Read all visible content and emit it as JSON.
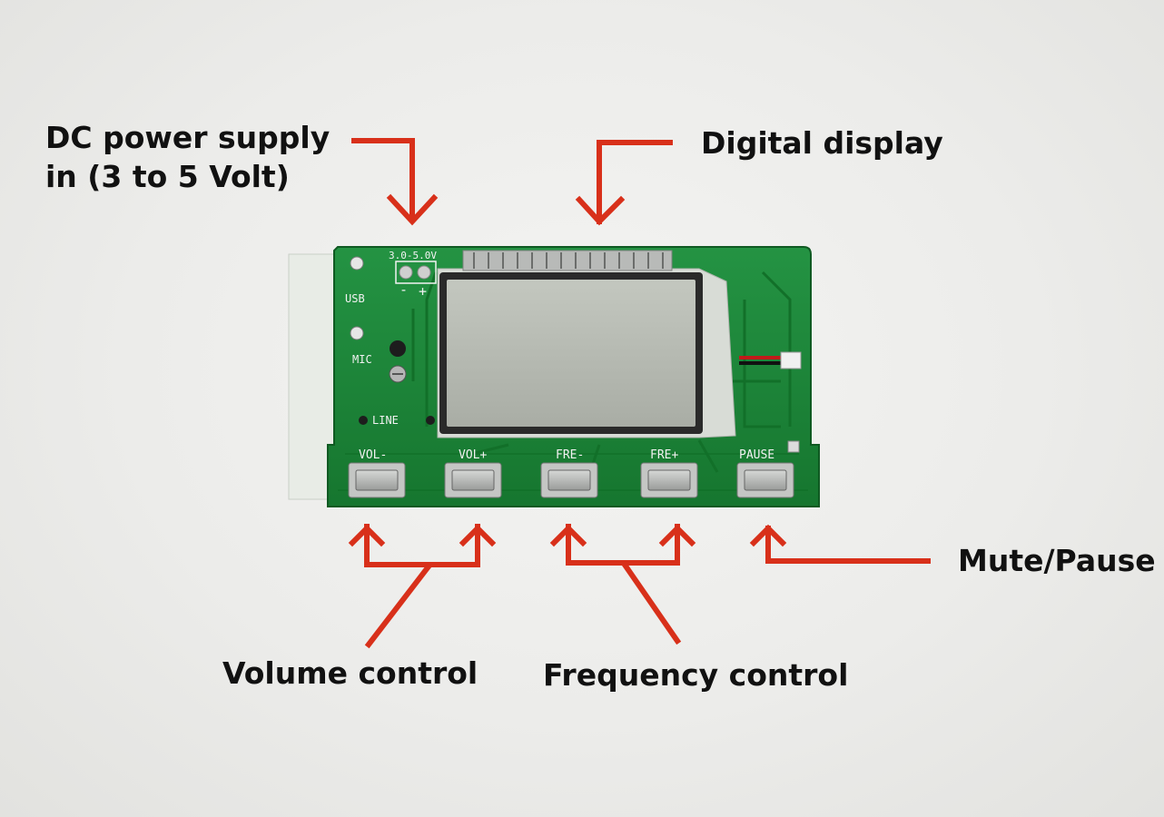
{
  "annotations": {
    "power_line1": "DC power supply",
    "power_line2": "in (3 to 5 Volt)",
    "display": "Digital display",
    "mute": "Mute/Pause",
    "volume": "Volume control",
    "frequency": "Frequency control"
  },
  "board_labels": {
    "voltage": "3.0-5.0V",
    "usb": "USB",
    "mic": "MIC",
    "line": "LINE",
    "minus": "-",
    "plus": "+",
    "buttons": [
      "VOL-",
      "VOL+",
      "FRE-",
      "FRE+",
      "PAUSE"
    ]
  },
  "colors": {
    "pcb": "#1f8a3a",
    "arrow": "#d8301a",
    "lcd": "#b9bdb5"
  }
}
